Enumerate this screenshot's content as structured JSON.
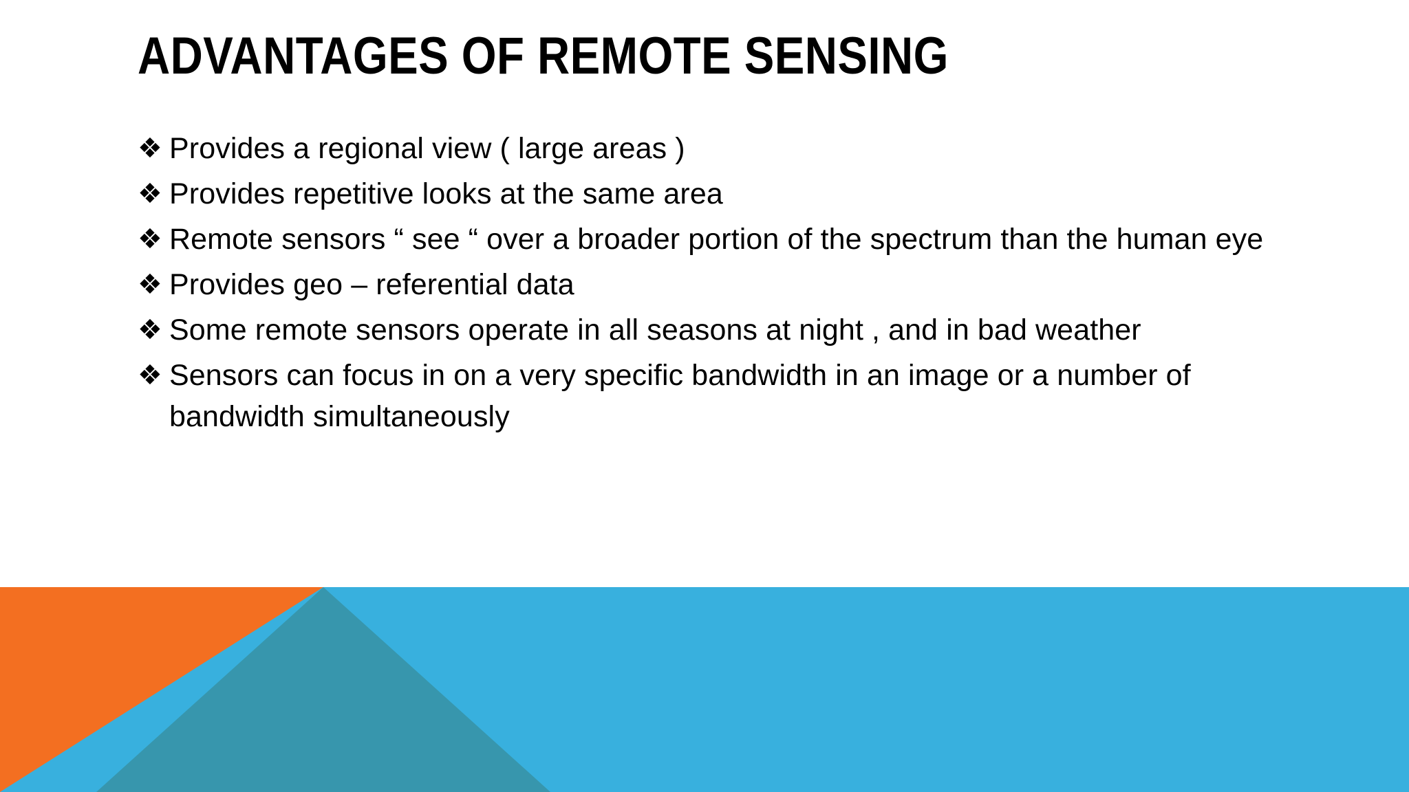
{
  "slide": {
    "title": "ADVANTAGES OF REMOTE SENSING",
    "bullet_marker": "❖",
    "bullet_marker_name": "diamond-bullet-icon",
    "bullets": [
      {
        "text": "Provides a regional view ( large areas )"
      },
      {
        "text": "Provides repetitive looks at the same area"
      },
      {
        "text": "Remote sensors “ see “ over a broader portion of the spectrum than the human eye"
      },
      {
        "text": "Provides geo – referential data"
      },
      {
        "text": "Some remote sensors operate in all seasons at night , and in bad weather"
      },
      {
        "text": "Sensors can focus in on a very specific bandwidth in an image or a number of bandwidth simultaneously"
      }
    ]
  },
  "theme": {
    "background": "#ffffff",
    "text_color": "#000000",
    "accent_orange": "#F36F21",
    "accent_blue": "#38B0DE",
    "accent_teal": "#3796AD"
  }
}
